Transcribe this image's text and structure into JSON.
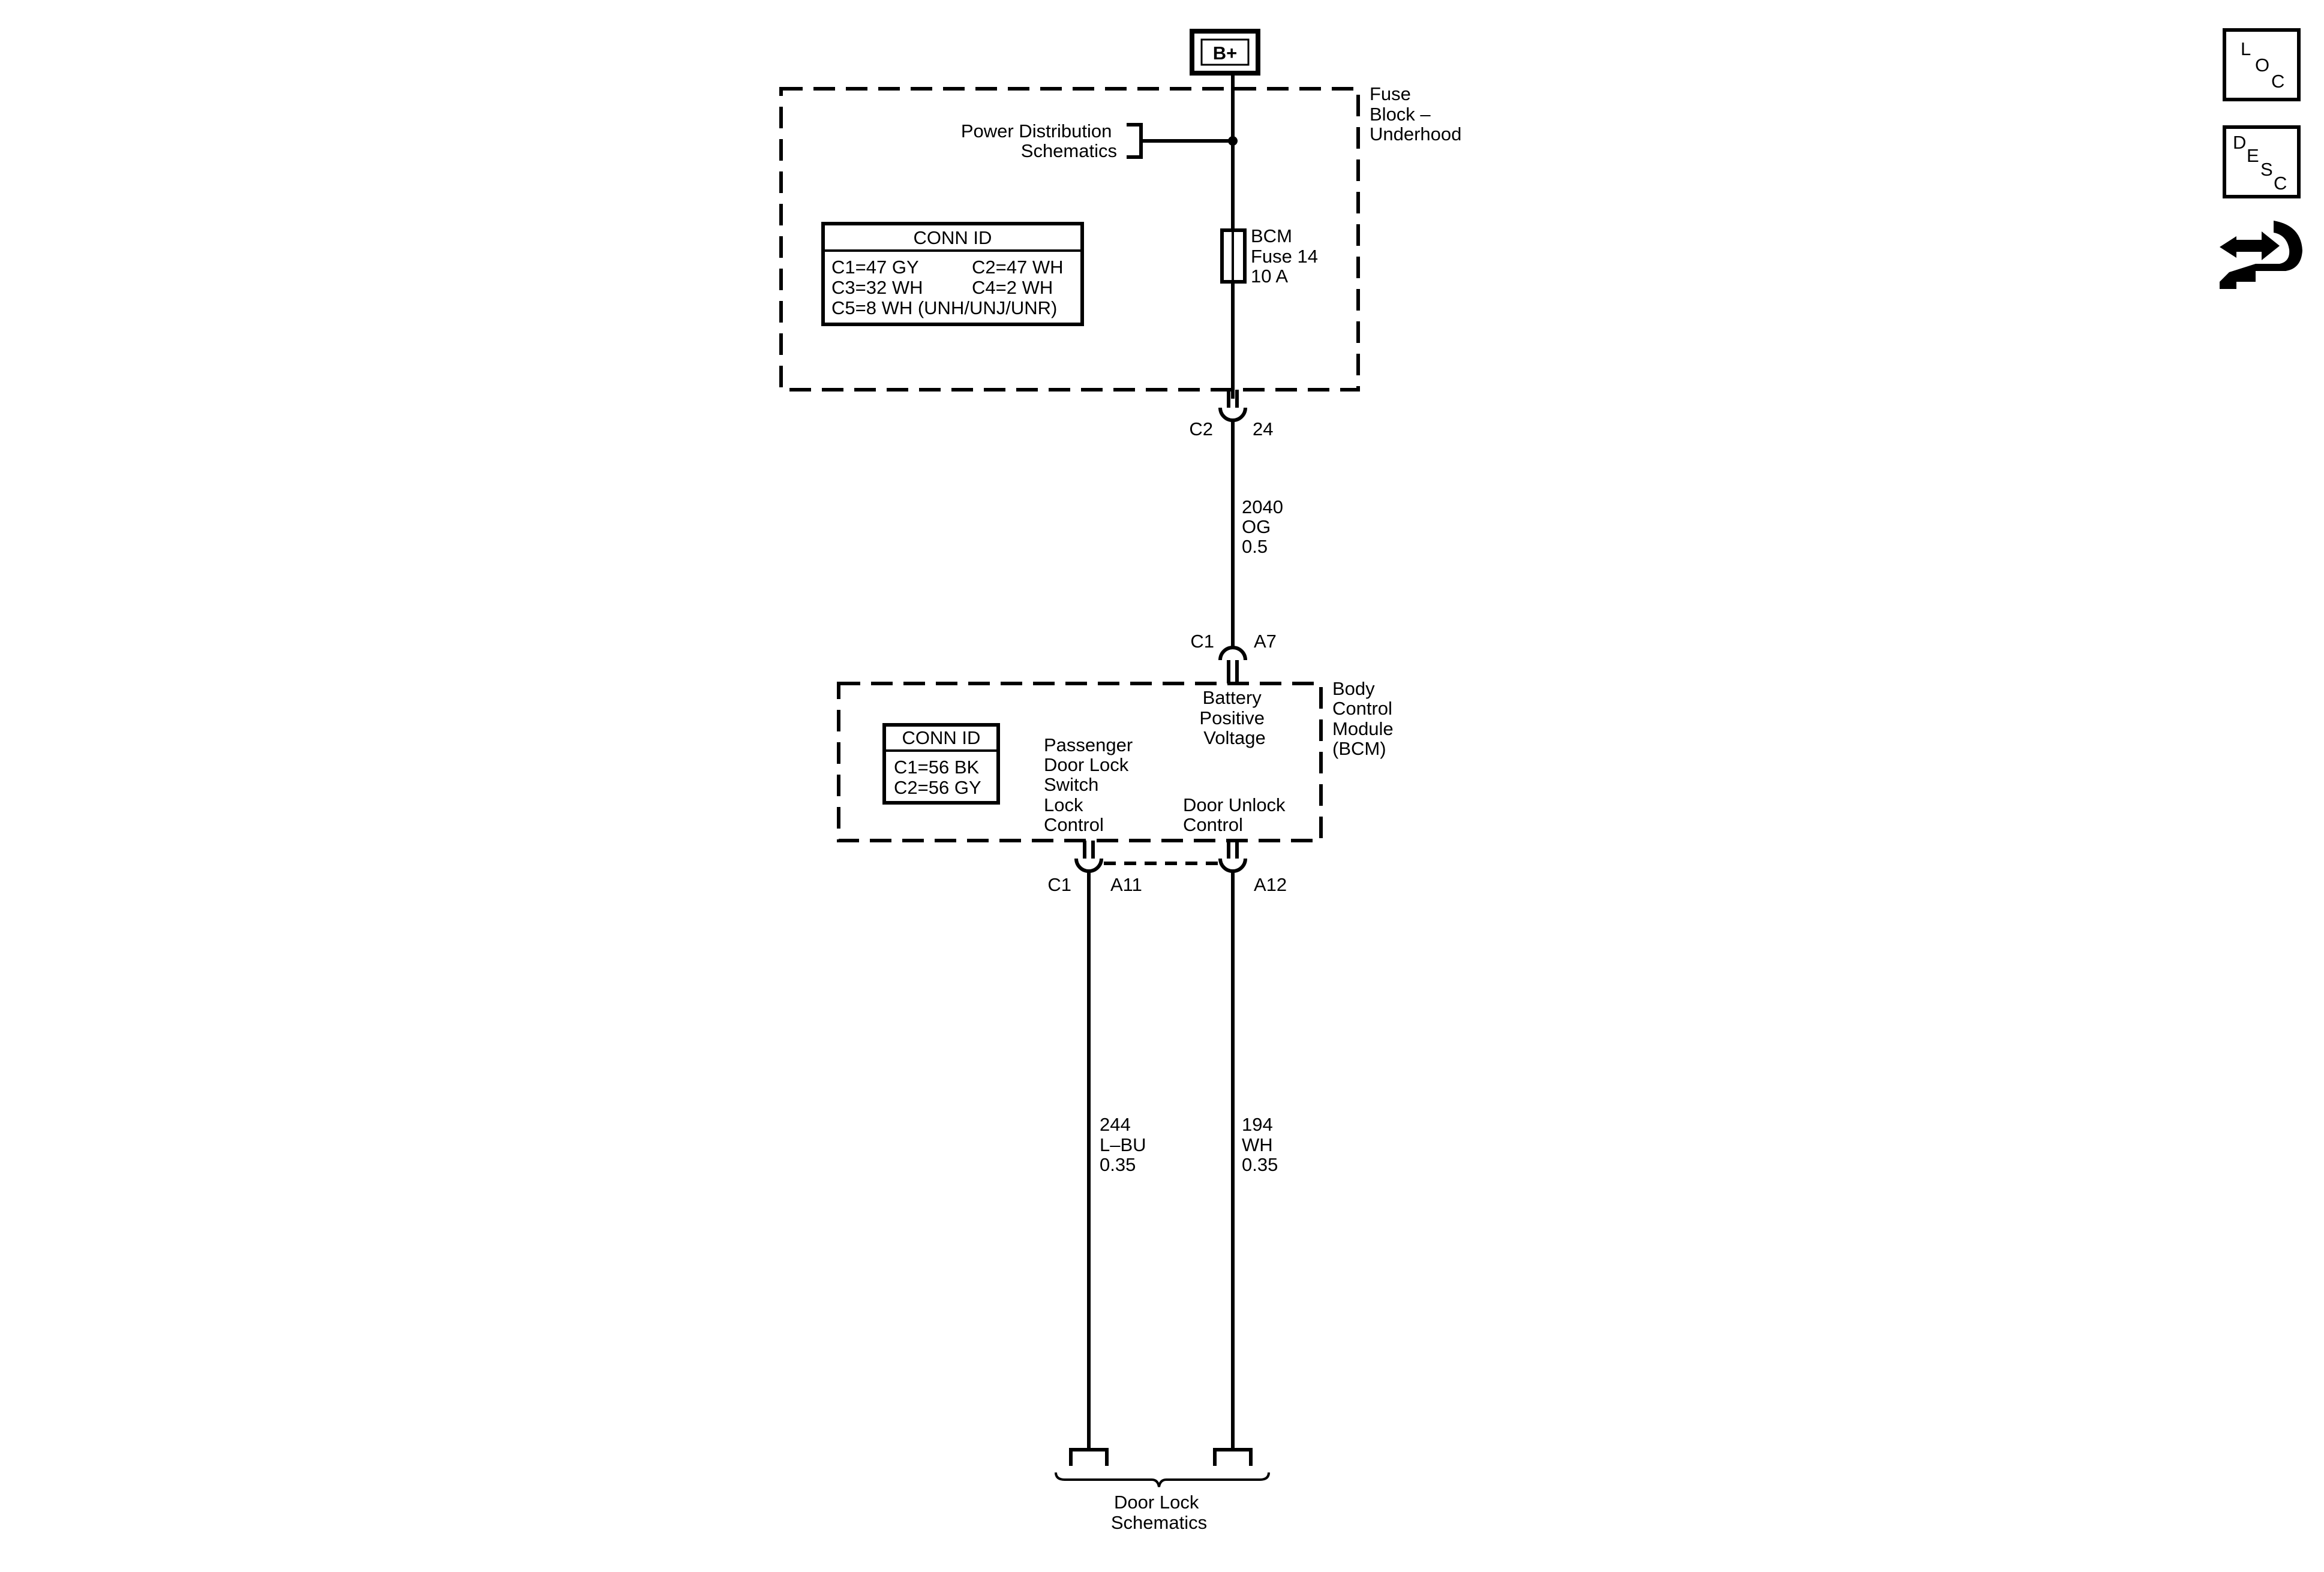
{
  "power_source": {
    "label": "B+"
  },
  "fuse_block": {
    "name_lines": [
      "Fuse",
      "Block –",
      "Underhood"
    ],
    "power_distribution_lines": [
      "Power Distribution",
      "Schematics"
    ],
    "conn_id": {
      "title": "CONN ID",
      "rows": [
        [
          "C1=47 GY",
          "C2=47 WH"
        ],
        [
          "C3=32 WH",
          "C4=2 WH"
        ],
        [
          "C5=8 WH (UNH/UNJ/UNR)",
          ""
        ]
      ]
    },
    "fuse_lines": [
      "BCM",
      "Fuse 14",
      "10 A"
    ]
  },
  "connector_top": {
    "connector": "C2",
    "pin": "24"
  },
  "wire_main": {
    "circuit": "2040",
    "color": "OG",
    "size": "0.5"
  },
  "connector_bcm_in": {
    "connector": "C1",
    "pin": "A7"
  },
  "bcm": {
    "name_lines": [
      "Body",
      "Control",
      "Module",
      "(BCM)"
    ],
    "battery_lines": [
      "Battery",
      "Positive",
      "Voltage"
    ],
    "conn_id": {
      "title": "CONN ID",
      "rows": [
        "C1=56 BK",
        "C2=56 GY"
      ]
    },
    "lock_lines": [
      "Passenger",
      "Door Lock",
      "Switch",
      "Lock",
      "Control"
    ],
    "unlock_lines": [
      "Door Unlock",
      "Control"
    ]
  },
  "connector_bottom": {
    "connector": "C1",
    "pin_left": "A11",
    "pin_right": "A12"
  },
  "wire_left": {
    "circuit": "244",
    "color": "L–BU",
    "size": "0.35"
  },
  "wire_right": {
    "circuit": "194",
    "color": "WH",
    "size": "0.35"
  },
  "door_lock_lines": [
    "Door Lock",
    "Schematics"
  ],
  "side_icons": [
    {
      "name": "loc-icon",
      "letters": [
        "L",
        "O",
        "C"
      ]
    },
    {
      "name": "desc-icon",
      "letters": [
        "D",
        "E",
        "S",
        "C"
      ]
    },
    {
      "name": "component-locator-icon"
    }
  ]
}
